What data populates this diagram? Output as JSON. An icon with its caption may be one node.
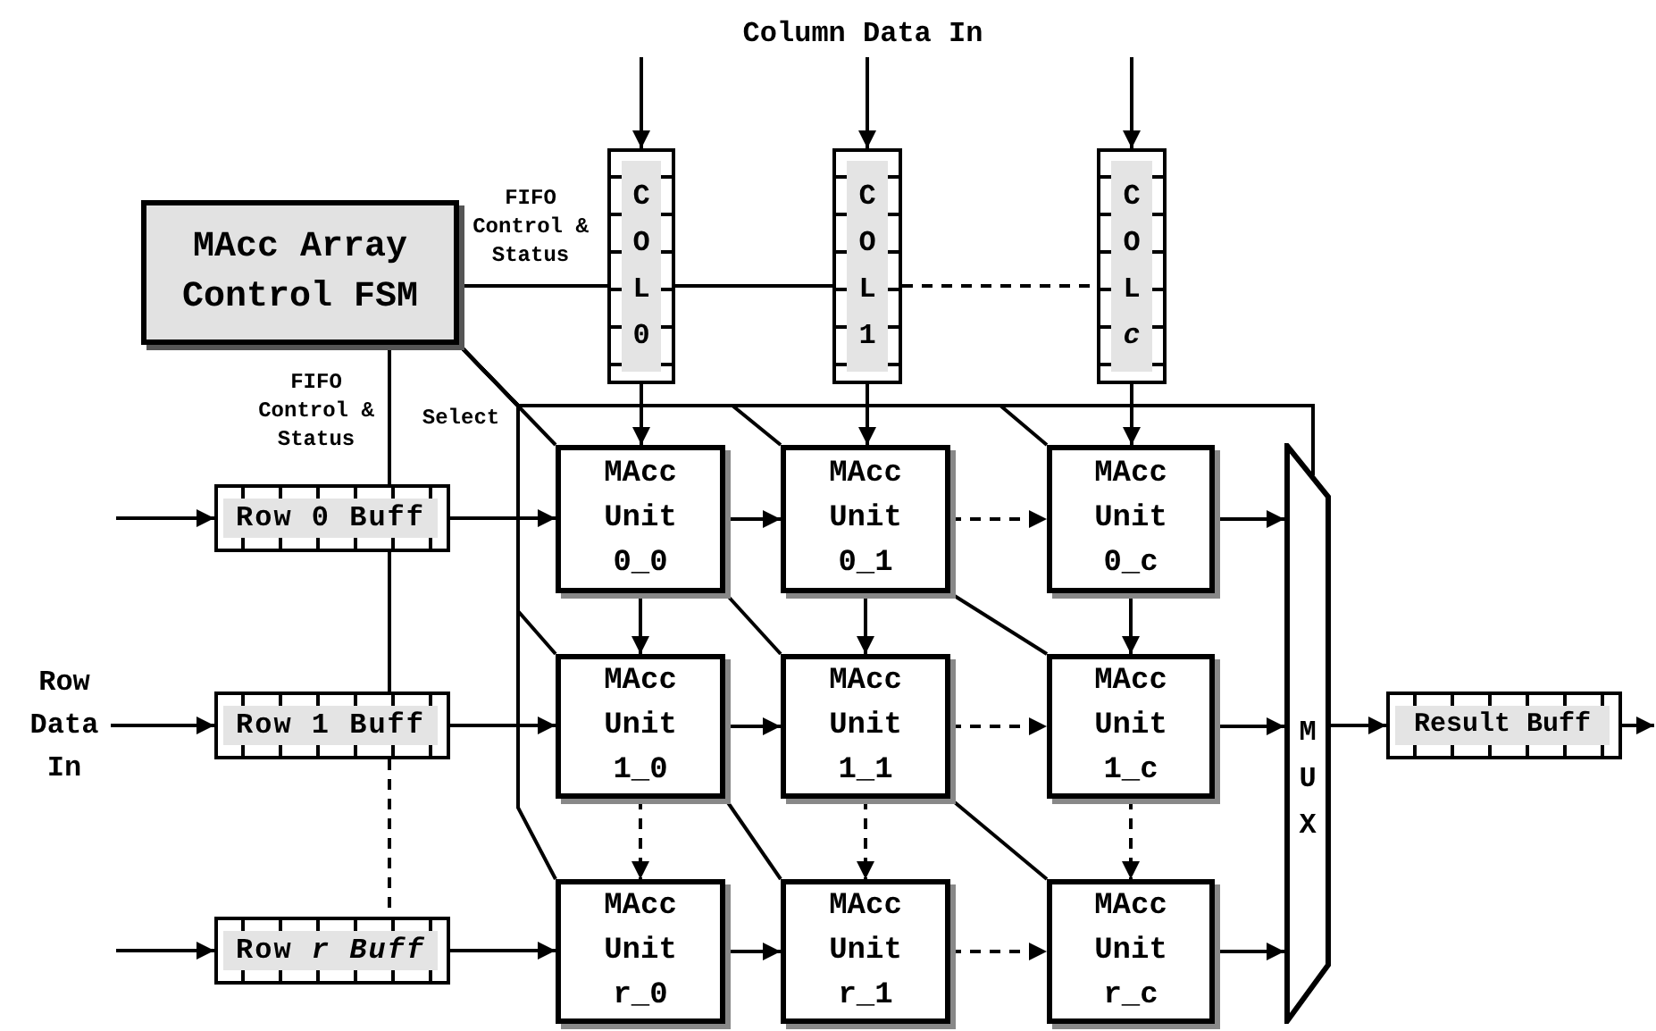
{
  "diagram": {
    "nodes": [
      {
        "text": [
          "MAcc Array Control FSM"
        ]
      },
      {
        "text": [
          "COL 0"
        ]
      },
      {
        "text": [
          "COL 1"
        ]
      },
      {
        "text": [
          "COL *c*"
        ]
      },
      {
        "text": [
          "Row 0 Buff"
        ]
      },
      {
        "text": [
          "Row 1 Buff"
        ]
      },
      {
        "text": [
          "Row *r Buff*"
        ]
      },
      {
        "text": [
          "MAcc Unit 0_0"
        ]
      },
      {
        "text": [
          "MAcc Unit 0_1"
        ]
      },
      {
        "text": [
          "MAcc Unit 0_c"
        ]
      },
      {
        "text": [
          "MAcc Unit 1_0"
        ]
      },
      {
        "text": [
          "MAcc Unit 1_1"
        ]
      },
      {
        "text": [
          "MAcc Unit 1_c"
        ]
      },
      {
        "text": [
          "MAcc Unit r_0"
        ]
      },
      {
        "text": [
          "MAcc Unit r_1"
        ]
      },
      {
        "text": [
          "MAcc Unit r_c"
        ]
      },
      {
        "text": [
          "MUX"
        ]
      },
      {
        "text": [
          "Result Buff"
        ]
      },
      {
        "text": [
          "Row Data In"
        ]
      },
      {
        "text": [
          "Column Data In"
        ]
      }
    ],
    "edges": [
      {
        "from": null,
        "to": 1,
        "arrow": "to"
      },
      {
        "from": 19,
        "to": 2,
        "arrow": "to"
      },
      {
        "from": null,
        "to": 3,
        "arrow": "to"
      },
      {
        "from": 0,
        "to": 1,
        "arrow": "none",
        "label": "FIFO Control & Status"
      },
      {
        "from": 1,
        "to": 2,
        "arrow": "none"
      },
      {
        "from": 2,
        "to": 3,
        "arrow": "none",
        "style": "dashed"
      },
      {
        "from": 0,
        "to": 4,
        "arrow": "none",
        "label": "FIFO Control & Status"
      },
      {
        "from": 4,
        "to": 5,
        "arrow": "none"
      },
      {
        "from": 5,
        "to": 6,
        "arrow": "none",
        "style": "dashed"
      },
      {
        "from": null,
        "to": 4,
        "arrow": "to"
      },
      {
        "from": 18,
        "to": 5,
        "arrow": "to"
      },
      {
        "from": null,
        "to": 6,
        "arrow": "to"
      },
      {
        "from": 1,
        "to": 7,
        "arrow": "to"
      },
      {
        "from": 2,
        "to": 8,
        "arrow": "to"
      },
      {
        "from": 3,
        "to": 9,
        "arrow": "to"
      },
      {
        "from": 4,
        "to": 7,
        "arrow": "to"
      },
      {
        "from": 7,
        "to": 8,
        "arrow": "to"
      },
      {
        "from": 8,
        "to": 9,
        "arrow": "to",
        "style": "dashed"
      },
      {
        "from": 9,
        "to": 16,
        "arrow": "to"
      },
      {
        "from": 5,
        "to": 10,
        "arrow": "to"
      },
      {
        "from": 10,
        "to": 11,
        "arrow": "to"
      },
      {
        "from": 11,
        "to": 12,
        "arrow": "to",
        "style": "dashed"
      },
      {
        "from": 12,
        "to": 16,
        "arrow": "to"
      },
      {
        "from": 6,
        "to": 13,
        "arrow": "to"
      },
      {
        "from": 13,
        "to": 14,
        "arrow": "to"
      },
      {
        "from": 14,
        "to": 15,
        "arrow": "to",
        "style": "dashed"
      },
      {
        "from": 15,
        "to": 16,
        "arrow": "to"
      },
      {
        "from": 7,
        "to": 10,
        "arrow": "to"
      },
      {
        "from": 10,
        "to": 13,
        "arrow": "to",
        "style": "dashed"
      },
      {
        "from": 8,
        "to": 11,
        "arrow": "to"
      },
      {
        "from": 11,
        "to": 14,
        "arrow": "to",
        "style": "dashed"
      },
      {
        "from": 9,
        "to": 12,
        "arrow": "to"
      },
      {
        "from": 12,
        "to": 15,
        "arrow": "to",
        "style": "dashed"
      },
      {
        "from": 16,
        "to": 17,
        "arrow": "to"
      },
      {
        "from": 17,
        "to": null,
        "arrow": "to"
      },
      {
        "from": 0,
        "to": 7,
        "arrow": "none",
        "label": "Select"
      },
      {
        "from": 0,
        "to": 8,
        "arrow": "none"
      },
      {
        "from": 0,
        "to": 9,
        "arrow": "none"
      },
      {
        "from": 0,
        "to": 10,
        "arrow": "none"
      },
      {
        "from": 0,
        "to": 13,
        "arrow": "none"
      },
      {
        "from": 0,
        "to": 16,
        "arrow": "none"
      },
      {
        "from": 7,
        "to": 11,
        "arrow": "none"
      },
      {
        "from": 10,
        "to": 14,
        "arrow": "none"
      },
      {
        "from": 8,
        "to": 12,
        "arrow": "none"
      },
      {
        "from": 11,
        "to": 15,
        "arrow": "none"
      }
    ]
  }
}
